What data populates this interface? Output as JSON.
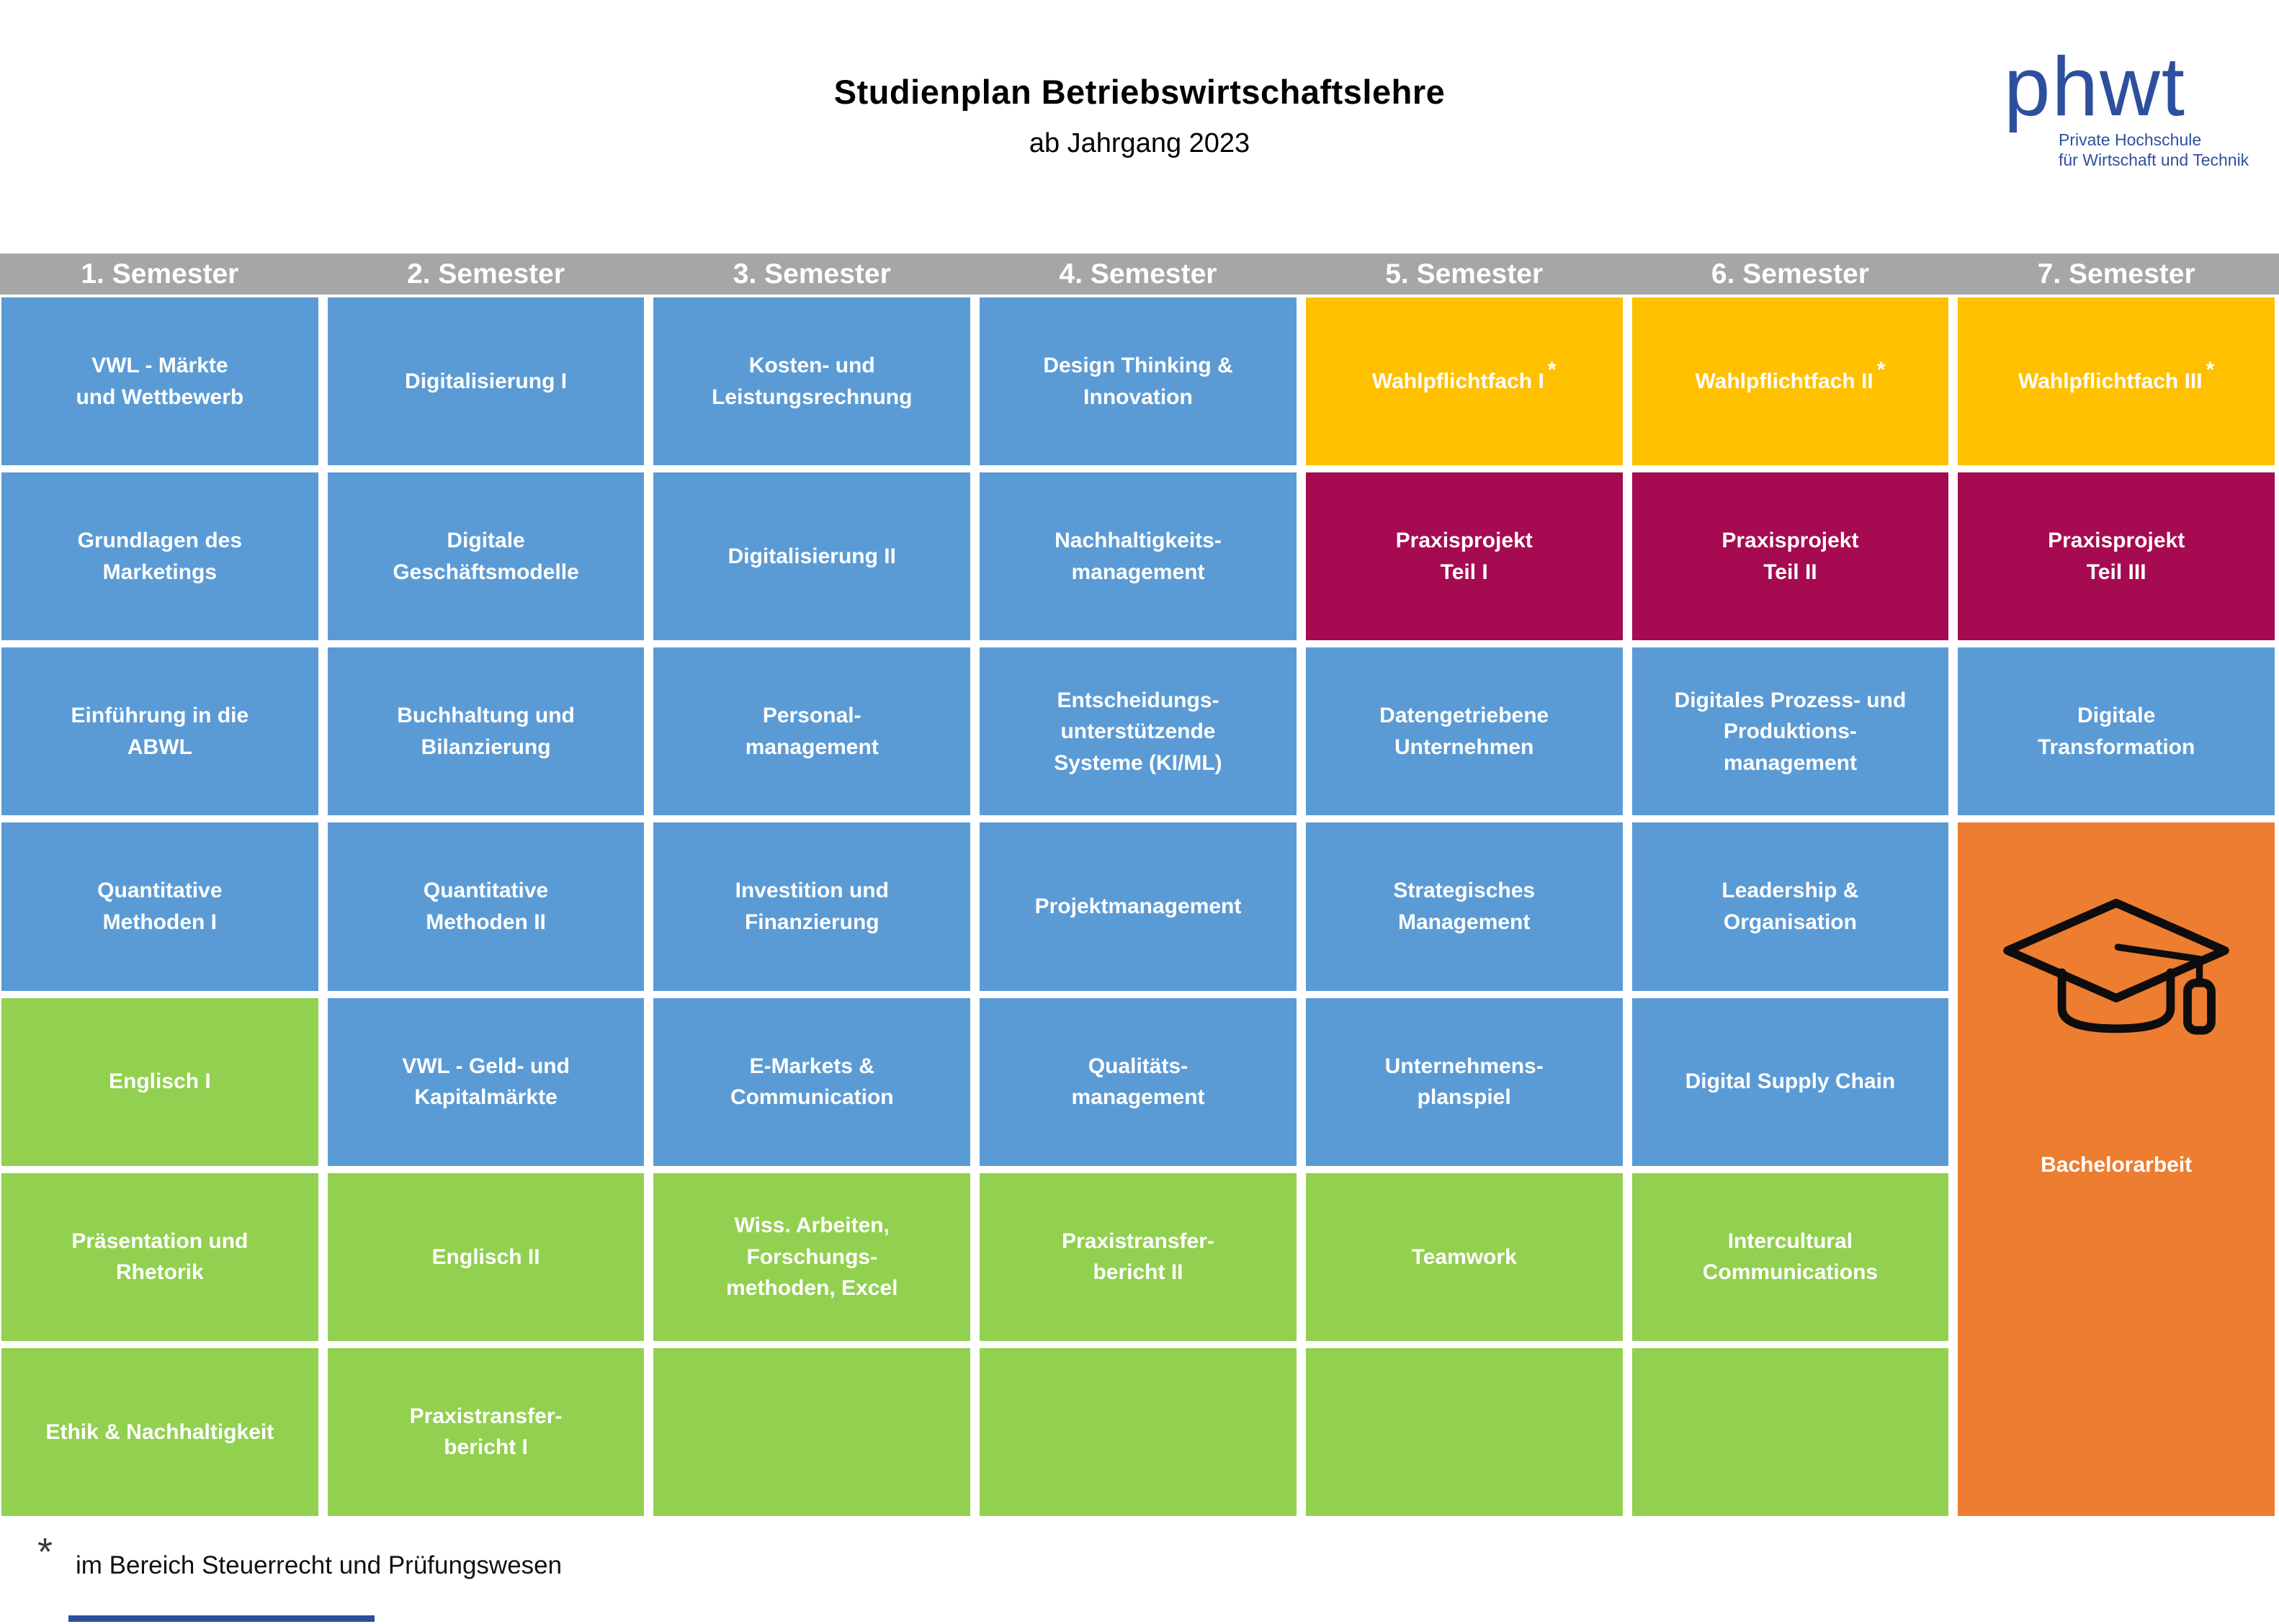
{
  "page": {
    "title": "Studienplan Betriebswirtschaftslehre",
    "subtitle": "ab Jahrgang 2023"
  },
  "logo": {
    "wordmark": "phwt",
    "tagline": "Private Hochschule\nfür Wirtschaft und Technik"
  },
  "footnote": {
    "marker": "*",
    "text": "im Bereich Steuerrecht und Prüfungswesen"
  },
  "legend_colors": {
    "blue": "#5B9BD5",
    "green": "#92D050",
    "yellow": "#FFC000",
    "crimson": "#A60A50",
    "orange": "#ED7D31",
    "header_gray": "#A6A6A6",
    "logo_blue": "#2D4F9E"
  },
  "semesters": [
    {
      "label": "1. Semester",
      "courses": [
        {
          "label": "VWL - Märkte\nund Wettbewerb",
          "type": "blue"
        },
        {
          "label": "Grundlagen des\nMarketings",
          "type": "blue"
        },
        {
          "label": "Einführung in die\nABWL",
          "type": "blue"
        },
        {
          "label": "Quantitative\nMethoden I",
          "type": "blue"
        },
        {
          "label": "Englisch I",
          "type": "green"
        },
        {
          "label": "Präsentation und\nRhetorik",
          "type": "green"
        },
        {
          "label": "Ethik & Nachhaltigkeit",
          "type": "green"
        }
      ]
    },
    {
      "label": "2. Semester",
      "courses": [
        {
          "label": "Digitalisierung I",
          "type": "blue"
        },
        {
          "label": "Digitale\nGeschäftsmodelle",
          "type": "blue"
        },
        {
          "label": "Buchhaltung und\nBilanzierung",
          "type": "blue"
        },
        {
          "label": "Quantitative\nMethoden II",
          "type": "blue"
        },
        {
          "label": "VWL - Geld- und\nKapitalmärkte",
          "type": "blue"
        },
        {
          "label": "Englisch II",
          "type": "green"
        },
        {
          "label": "Praxistransfer-\nbericht I",
          "type": "green"
        }
      ]
    },
    {
      "label": "3. Semester",
      "courses": [
        {
          "label": "Kosten- und\nLeistungsrechnung",
          "type": "blue"
        },
        {
          "label": "Digitalisierung II",
          "type": "blue"
        },
        {
          "label": "Personal-\nmanagement",
          "type": "blue"
        },
        {
          "label": "Investition und\nFinanzierung",
          "type": "blue"
        },
        {
          "label": "E-Markets &\nCommunication",
          "type": "blue"
        },
        {
          "label": "Wiss. Arbeiten,\nForschungs-\nmethoden, Excel",
          "type": "green"
        },
        {
          "label": "",
          "type": "green"
        }
      ]
    },
    {
      "label": "4. Semester",
      "courses": [
        {
          "label": "Design Thinking &\nInnovation",
          "type": "blue"
        },
        {
          "label": "Nachhaltigkeits-\nmanagement",
          "type": "blue"
        },
        {
          "label": "Entscheidungs-\nunterstützende\nSysteme (KI/ML)",
          "type": "blue"
        },
        {
          "label": "Projektmanagement",
          "type": "blue"
        },
        {
          "label": "Qualitäts-\nmanagement",
          "type": "blue"
        },
        {
          "label": "Praxistransfer-\nbericht II",
          "type": "green"
        },
        {
          "label": "",
          "type": "green"
        }
      ]
    },
    {
      "label": "5. Semester",
      "courses": [
        {
          "label": "Wahlpflichtfach I",
          "type": "yellow",
          "asterisk": true
        },
        {
          "label": "Praxisprojekt\nTeil I",
          "type": "crimson"
        },
        {
          "label": "Datengetriebene\nUnternehmen",
          "type": "blue"
        },
        {
          "label": "Strategisches\nManagement",
          "type": "blue"
        },
        {
          "label": "Unternehmens-\nplanspiel",
          "type": "blue"
        },
        {
          "label": "Teamwork",
          "type": "green"
        },
        {
          "label": "",
          "type": "green"
        }
      ]
    },
    {
      "label": "6. Semester",
      "courses": [
        {
          "label": "Wahlpflichtfach II",
          "type": "yellow",
          "asterisk": true
        },
        {
          "label": "Praxisprojekt\nTeil II",
          "type": "crimson"
        },
        {
          "label": "Digitales Prozess- und\nProduktions-\nmanagement",
          "type": "blue"
        },
        {
          "label": "Leadership &\nOrganisation",
          "type": "blue"
        },
        {
          "label": "Digital Supply Chain",
          "type": "blue"
        },
        {
          "label": "Intercultural\nCommunications",
          "type": "green"
        },
        {
          "label": "",
          "type": "green"
        }
      ]
    },
    {
      "label": "7. Semester",
      "courses": [
        {
          "label": "Wahlpflichtfach III",
          "type": "yellow",
          "asterisk": true
        },
        {
          "label": "Praxisprojekt\nTeil III",
          "type": "crimson"
        },
        {
          "label": "Digitale\nTransformation",
          "type": "blue"
        },
        {
          "label": "Bachelorarbeit",
          "type": "orange",
          "row_span": 4,
          "icon": "graduation-cap-icon"
        }
      ]
    }
  ]
}
